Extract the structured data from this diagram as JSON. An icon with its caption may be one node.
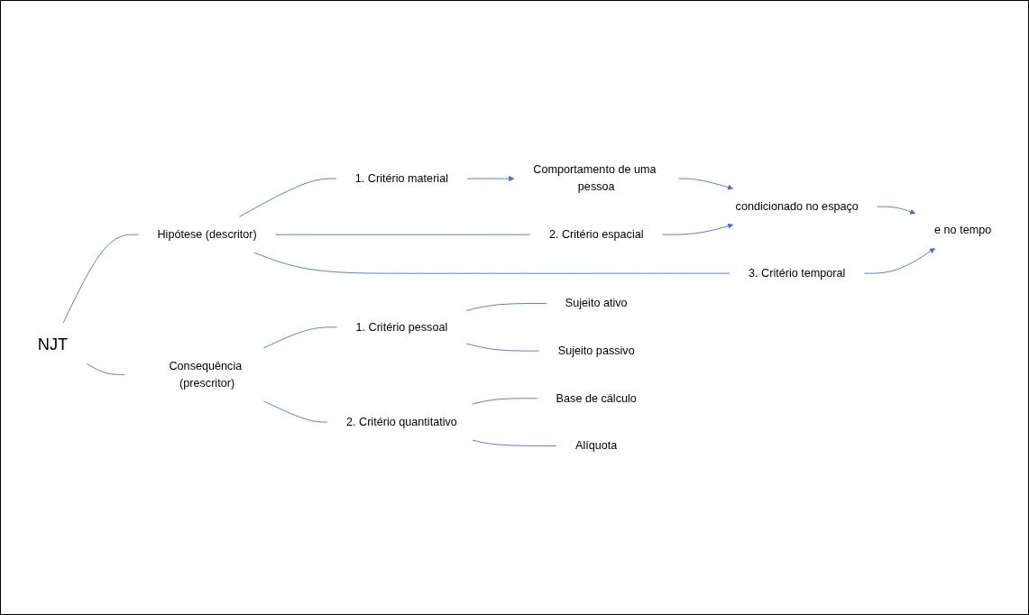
{
  "diagram": {
    "nodes": [
      {
        "text": [
          "NJT"
        ]
      },
      {
        "text": [
          "Hipótese (descritor)"
        ]
      },
      {
        "text": [
          "Consequência (prescritor)"
        ]
      },
      {
        "text": [
          "1. Critério material"
        ]
      },
      {
        "text": [
          "2. Critério espacial"
        ]
      },
      {
        "text": [
          "3. Critério temporal"
        ]
      },
      {
        "text": [
          "Comportamento de uma pessoa"
        ]
      },
      {
        "text": [
          "condicionado no espaço"
        ]
      },
      {
        "text": [
          "e no tempo"
        ]
      },
      {
        "text": [
          "1. Critério pessoal"
        ]
      },
      {
        "text": [
          "2. Critério quantitativo"
        ]
      },
      {
        "text": [
          "Sujeito ativo"
        ]
      },
      {
        "text": [
          "Sujeito passivo"
        ]
      },
      {
        "text": [
          "Base de cálculo"
        ]
      },
      {
        "text": [
          "Alíquota"
        ]
      }
    ],
    "edges": [
      {
        "from": 0,
        "to": 1,
        "arrow": "none"
      },
      {
        "from": 0,
        "to": 2,
        "arrow": "none"
      },
      {
        "from": 1,
        "to": 3,
        "arrow": "none"
      },
      {
        "from": 1,
        "to": 4,
        "arrow": "none"
      },
      {
        "from": 1,
        "to": 5,
        "arrow": "none"
      },
      {
        "from": 3,
        "to": 6,
        "arrow": "to"
      },
      {
        "from": 4,
        "to": 7,
        "arrow": "to"
      },
      {
        "from": 5,
        "to": 8,
        "arrow": "to"
      },
      {
        "from": 6,
        "to": 7,
        "arrow": "to"
      },
      {
        "from": 7,
        "to": 8,
        "arrow": "to"
      },
      {
        "from": 2,
        "to": 9,
        "arrow": "none"
      },
      {
        "from": 2,
        "to": 10,
        "arrow": "none"
      },
      {
        "from": 9,
        "to": 11,
        "arrow": "none"
      },
      {
        "from": 9,
        "to": 12,
        "arrow": "none"
      },
      {
        "from": 10,
        "to": 13,
        "arrow": "none"
      },
      {
        "from": 10,
        "to": 14,
        "arrow": "none"
      }
    ]
  }
}
